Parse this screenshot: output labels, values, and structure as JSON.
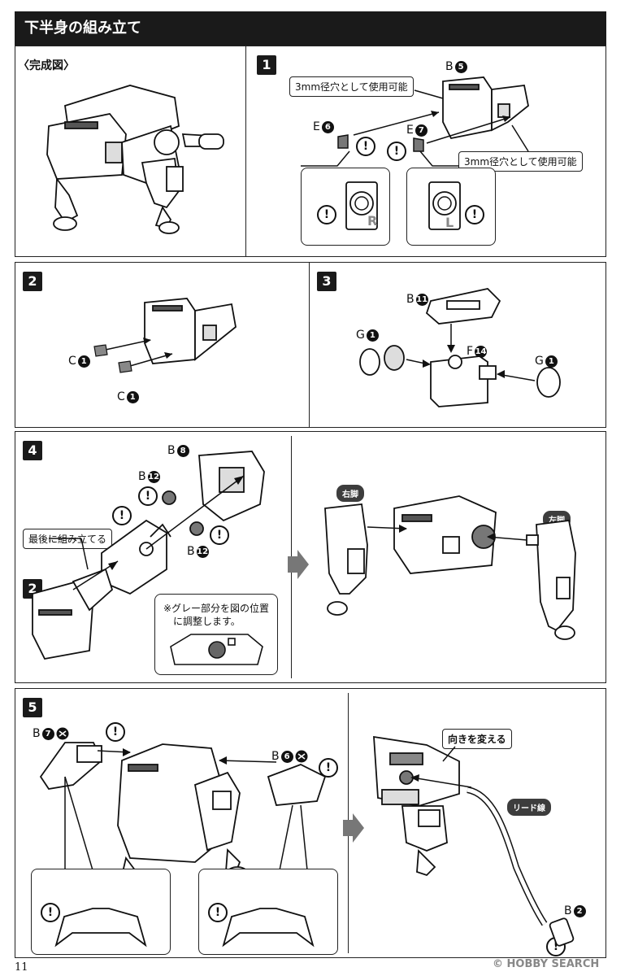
{
  "page": {
    "section_title": "下半身の組み立て",
    "page_number": "11",
    "watermark": "© HOBBY SEARCH"
  },
  "completed": {
    "label": "〈完成図〉"
  },
  "steps": {
    "s1": {
      "number": "1",
      "part_b": {
        "letter": "B",
        "num": "5"
      },
      "part_e6": {
        "letter": "E",
        "num": "6"
      },
      "part_e7": {
        "letter": "E",
        "num": "7"
      },
      "callout_a": "3mm径穴として使用可能",
      "callout_b": "3mm径穴として使用可能",
      "mark_r": "R",
      "mark_l": "L"
    },
    "s2": {
      "number": "2",
      "part_c_top": {
        "letter": "C",
        "num": "1"
      },
      "part_c_bottom": {
        "letter": "C",
        "num": "1"
      }
    },
    "s3": {
      "number": "3",
      "part_b": {
        "letter": "B",
        "num": "11"
      },
      "part_g_left": {
        "letter": "G",
        "num": "1"
      },
      "part_f": {
        "letter": "F",
        "num": "14"
      },
      "part_g_right": {
        "letter": "G",
        "num": "1"
      }
    },
    "s4": {
      "number": "4",
      "part_b8": {
        "letter": "B",
        "num": "8"
      },
      "part_b12_top": {
        "letter": "B",
        "num": "12"
      },
      "part_b12_bottom": {
        "letter": "B",
        "num": "12"
      },
      "last_assemble": "最後に組み立てる",
      "ref_step": "2",
      "note_line1": "※グレー部分を図の位置",
      "note_line2": "に調整します。",
      "right_leg": "右脚",
      "left_leg": "左脚"
    },
    "s5": {
      "number": "5",
      "part_b7": {
        "letter": "B",
        "num": "7"
      },
      "part_b6": {
        "letter": "B",
        "num": "6"
      },
      "part_b2": {
        "letter": "B",
        "num": "2"
      },
      "change_direction": "向きを変える",
      "lead_wire": "リード線"
    }
  },
  "icons": [
    "exclamation-icon",
    "cut-mark-icon",
    "arrow-right-icon"
  ]
}
